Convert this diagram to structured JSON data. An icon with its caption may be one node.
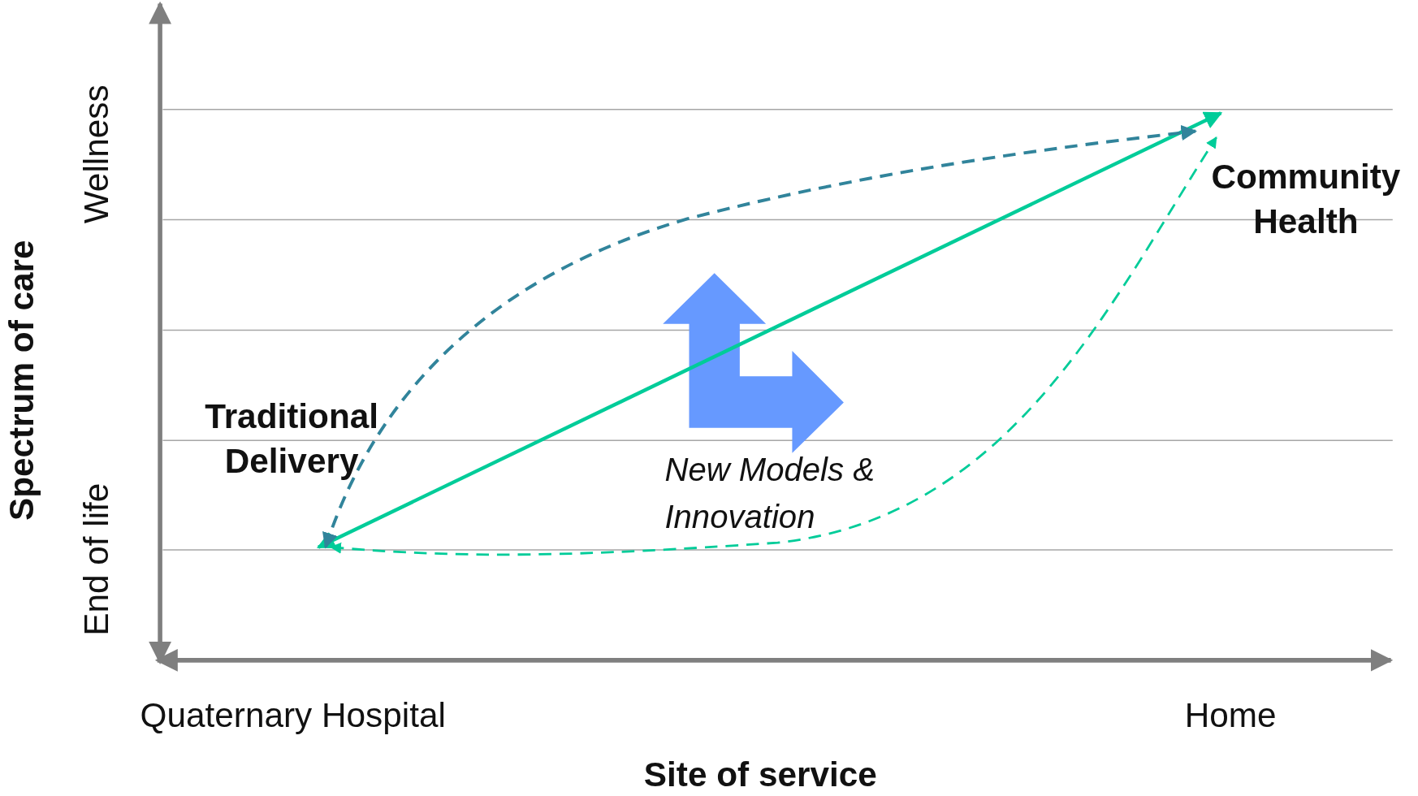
{
  "diagram": {
    "nodes": [
      {
        "text": [
          "Traditional Delivery"
        ]
      },
      {
        "text": [
          "Community Health"
        ]
      }
    ],
    "edges": [
      {
        "from": 0,
        "to": 1,
        "arrow": "both"
      },
      {
        "from": 0,
        "to": 1,
        "arrow": "both",
        "style": "dashed",
        "color": "#31849b"
      },
      {
        "from": 0,
        "to": 1,
        "arrow": "both",
        "style": "dashed"
      }
    ],
    "labels": [
      "Wellness",
      "Spectrum of care",
      "End of life",
      "New Models & Innovation",
      "Quaternary Hospital",
      "Home",
      "Site of service"
    ]
  }
}
